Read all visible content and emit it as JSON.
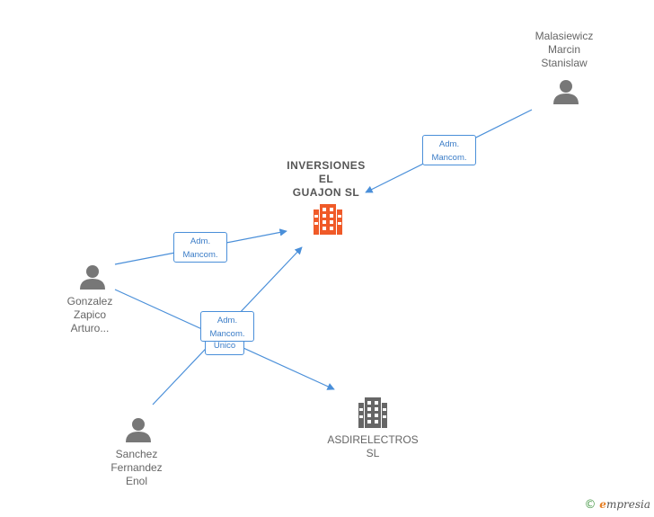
{
  "nodes": {
    "malasiewicz": {
      "name": "Malasiewicz\nMarcin\nStanislaw",
      "icon": "person-icon"
    },
    "inversiones": {
      "name": "INVERSIONES\nEL\nGUAJON  SL",
      "icon": "building-icon",
      "color": "#f05a28"
    },
    "gonzalez": {
      "name": "Gonzalez\nZapico\nArturo...",
      "icon": "person-icon"
    },
    "sanchez": {
      "name": "Sanchez\nFernandez\nEnol",
      "icon": "person-icon"
    },
    "asdirelectros": {
      "name": "ASDIRELECTROS\nSL",
      "icon": "building-icon",
      "color": "#666666"
    }
  },
  "edges": {
    "malasiewicz_inversiones": "Adm.\nMancom.",
    "gonzalez_inversiones": "Adm.\nMancom.",
    "gonzalez_asdirelectros": "Unico",
    "sanchez_inversiones": "Adm.\nMancom."
  },
  "brand": {
    "copyright": "©",
    "name": "mpresia",
    "initial": "e"
  },
  "colors": {
    "edge": "#4a8fd9",
    "person": "#777777"
  }
}
